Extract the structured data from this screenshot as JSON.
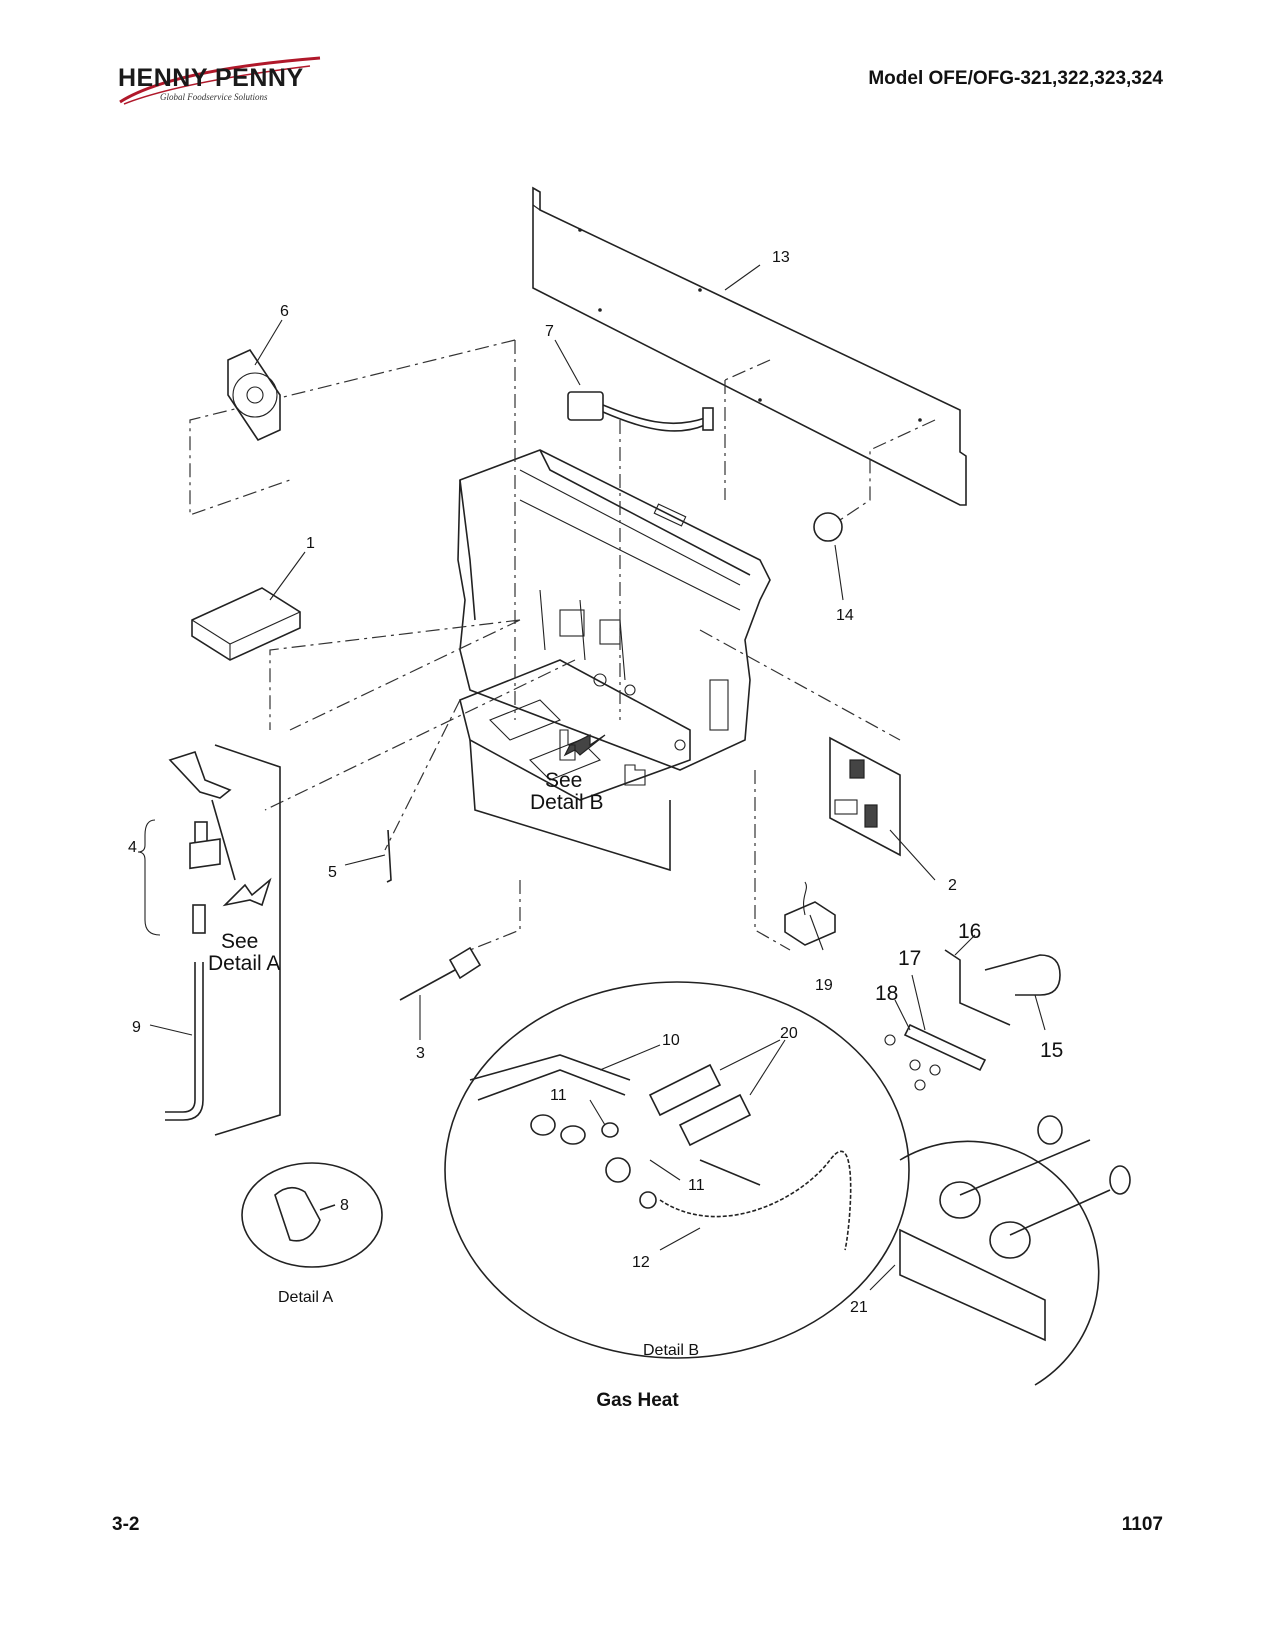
{
  "header": {
    "logo_text": "HENNY PENNY",
    "logo_tagline": "Global Foodservice Solutions",
    "model": "Model OFE/OFG-321,322,323,324"
  },
  "callouts": {
    "c1": "1",
    "c2": "2",
    "c3": "3",
    "c4": "4",
    "c5": "5",
    "c6": "6",
    "c7": "7",
    "c8": "8",
    "c9": "9",
    "c10": "10",
    "c11a": "11",
    "c11b": "11",
    "c12": "12",
    "c13": "13",
    "c14": "14",
    "c15": "15",
    "c16": "16",
    "c17": "17",
    "c18": "18",
    "c19": "19",
    "c20": "20",
    "c21": "21"
  },
  "notes": {
    "see_detail_a_1": "See",
    "see_detail_a_2": "Detail A",
    "see_detail_b_1": "See",
    "see_detail_b_2": "Detail B",
    "detail_a": "Detail A",
    "detail_b": "Detail B"
  },
  "caption": "Gas Heat",
  "footer": {
    "page": "3-2",
    "revision": "1107"
  }
}
